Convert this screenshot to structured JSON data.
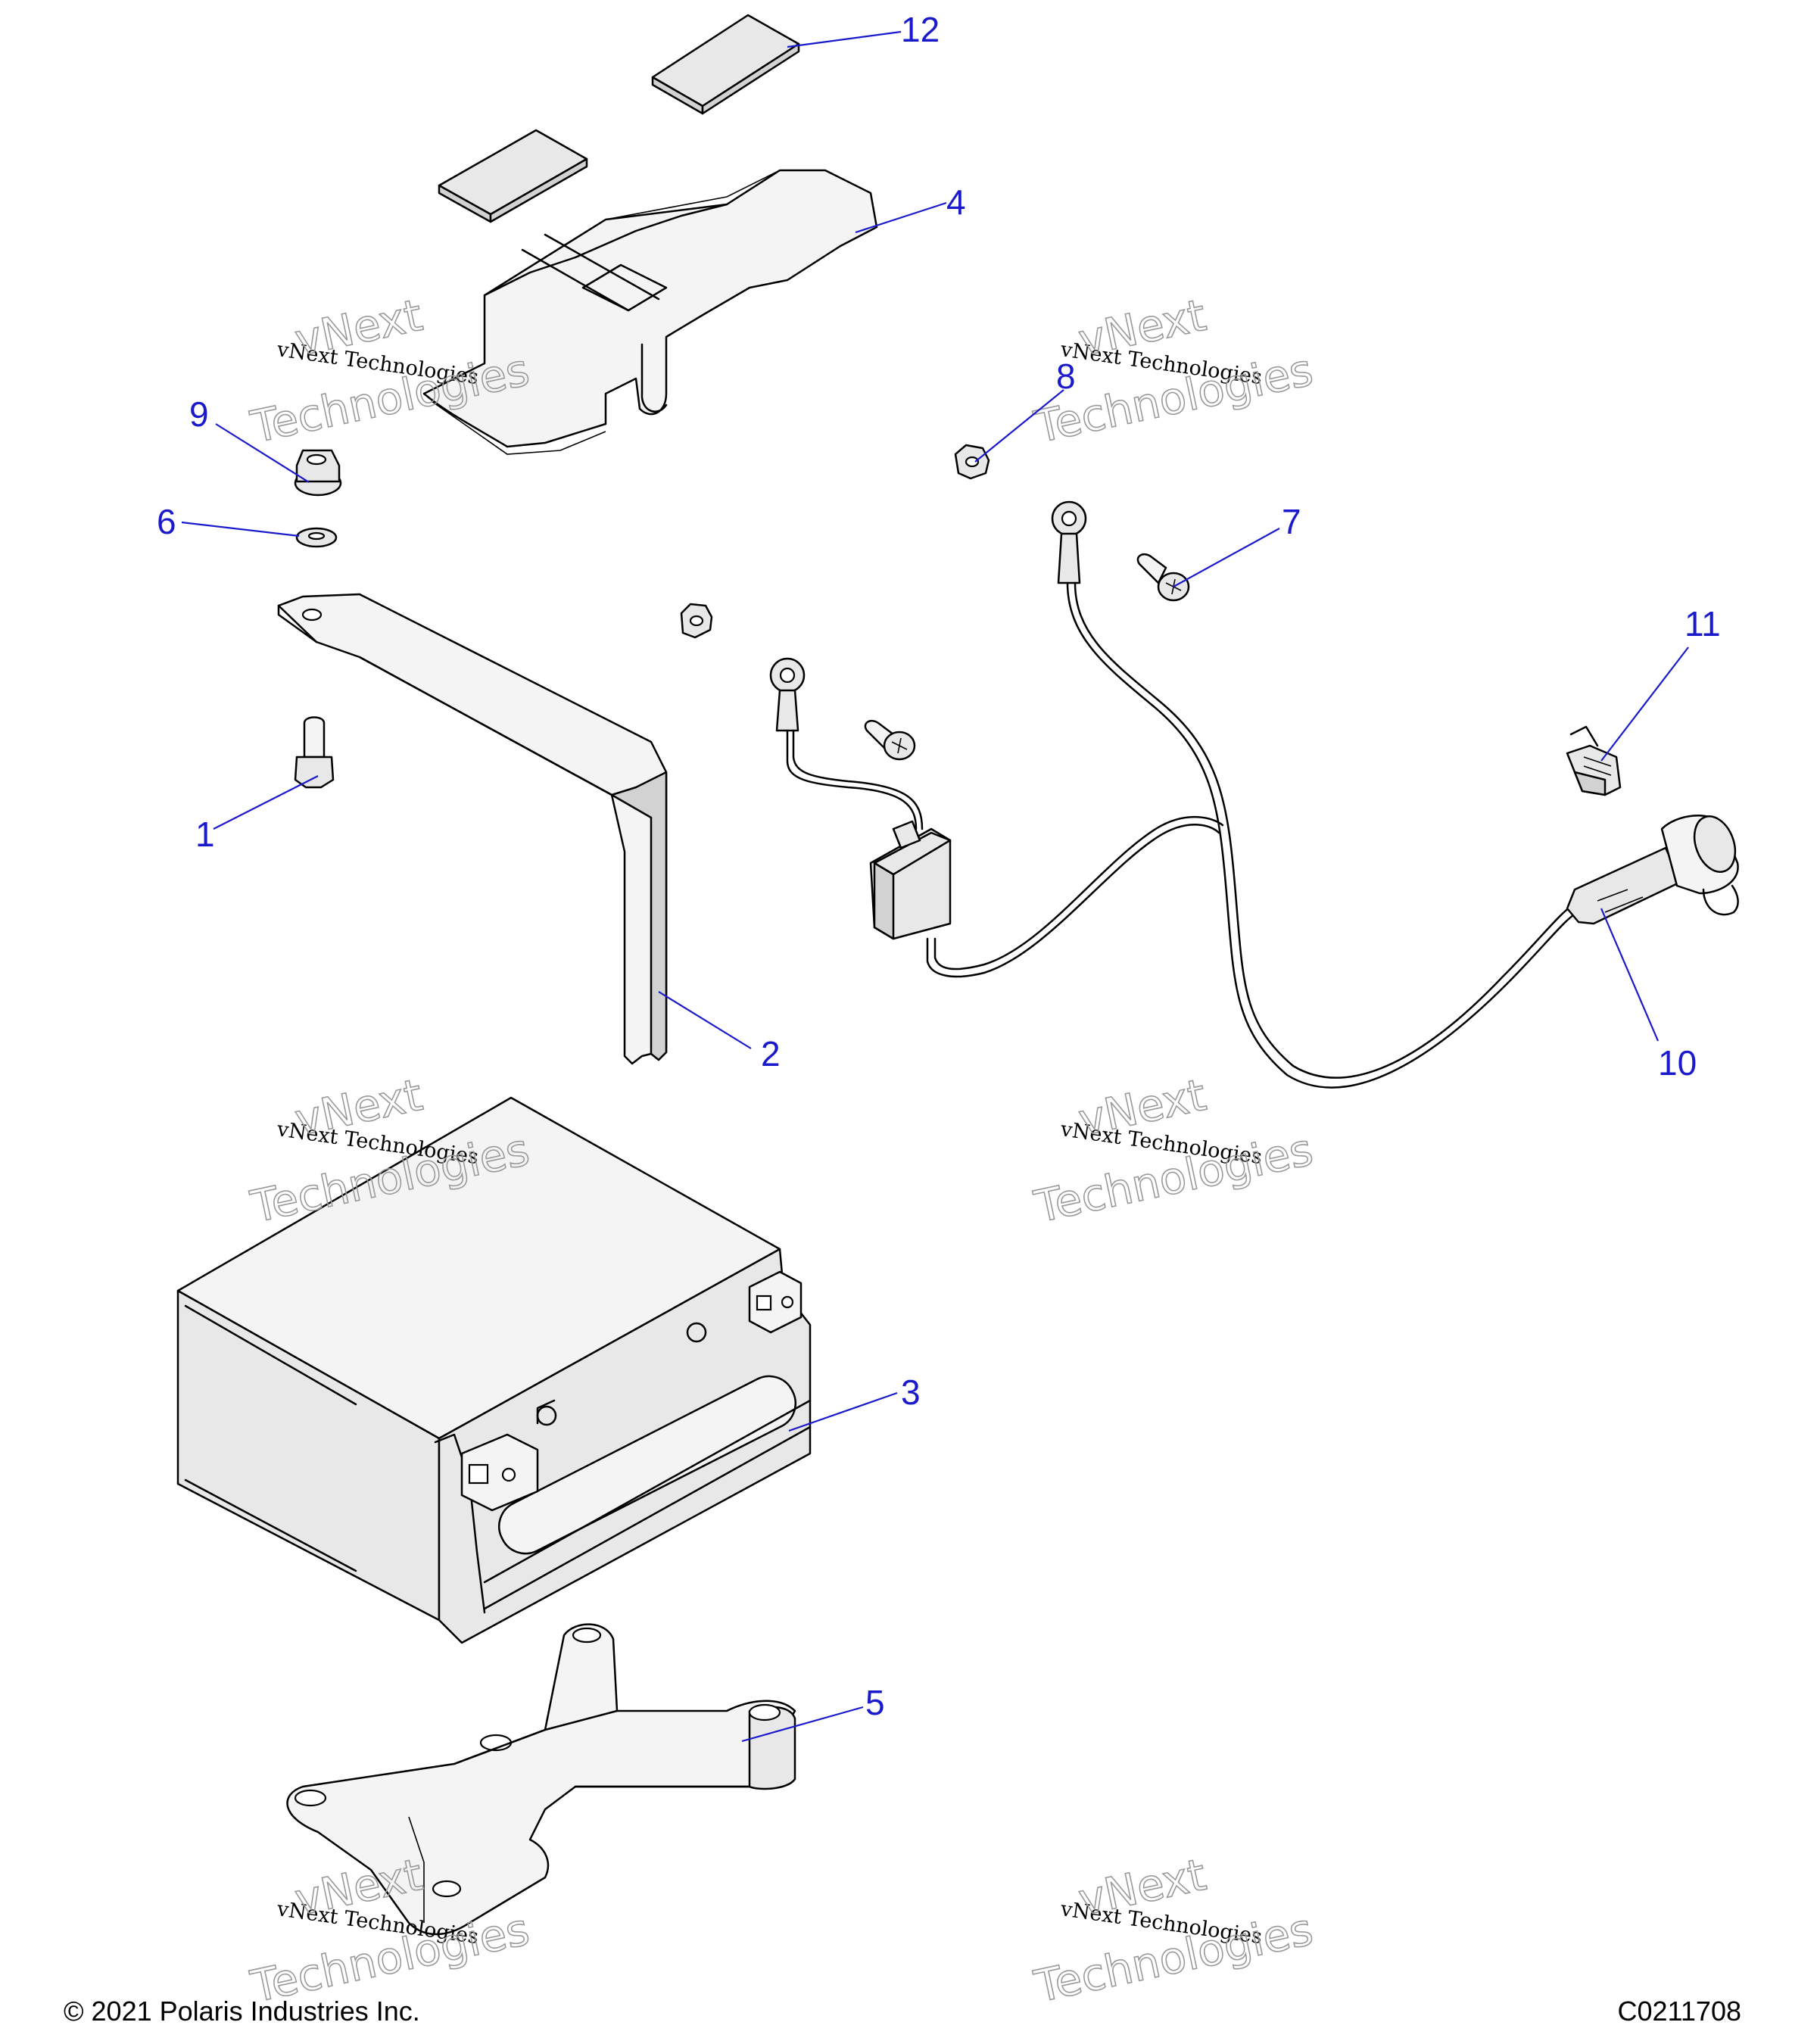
{
  "callouts": [
    "1",
    "2",
    "3",
    "4",
    "5",
    "6",
    "7",
    "8",
    "9",
    "10",
    "11",
    "12"
  ],
  "watermark": {
    "line1": "vNext Technologies",
    "line2": "vNext",
    "line3": "Technologies"
  },
  "footer": {
    "copyright": "© 2021 Polaris Industries Inc.",
    "drawing_id": "C0211708"
  },
  "colors": {
    "callout": "#1a1acc",
    "part_fill": "#e8e8e8",
    "outline": "#000000"
  }
}
